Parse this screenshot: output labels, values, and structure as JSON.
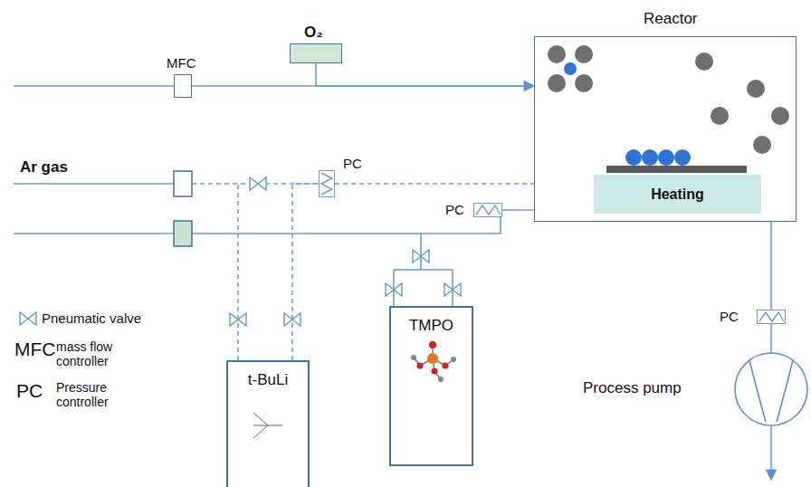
{
  "diagram": {
    "nodes": [
      {
        "text": [
          "O₂"
        ]
      },
      {
        "text": [
          "MFC"
        ]
      },
      {
        "text": [
          "PC"
        ]
      },
      {
        "text": [
          "PC"
        ]
      },
      {
        "text": [
          "Reactor"
        ]
      },
      {
        "text": [
          "Heating"
        ],
        "in": 4
      },
      {
        "text": [
          "t-BuLi"
        ]
      },
      {
        "text": [
          "TMPO"
        ]
      },
      {
        "text": [
          "PC"
        ]
      },
      {
        "text": [
          "Process pump"
        ]
      }
    ],
    "edges": [
      {
        "from": 0,
        "to": 4,
        "arrow": "to"
      },
      {
        "from": 1,
        "to": 4,
        "arrow": "none"
      },
      {
        "from": 6,
        "to": 2,
        "arrow": "none"
      },
      {
        "from": 2,
        "to": 4,
        "arrow": "none"
      },
      {
        "from": 7,
        "to": 3,
        "arrow": "none"
      },
      {
        "from": 3,
        "to": 4,
        "arrow": "none"
      },
      {
        "from": 4,
        "to": 8,
        "arrow": "none"
      },
      {
        "from": 8,
        "to": 9,
        "arrow": "none"
      }
    ],
    "labels": [
      "Ar gas",
      "MFC",
      "PC"
    ],
    "legend": [
      {
        "text": "Pneumatic valve"
      },
      {
        "text": "mass flow controller"
      },
      {
        "text": "Pressure controller"
      }
    ]
  }
}
